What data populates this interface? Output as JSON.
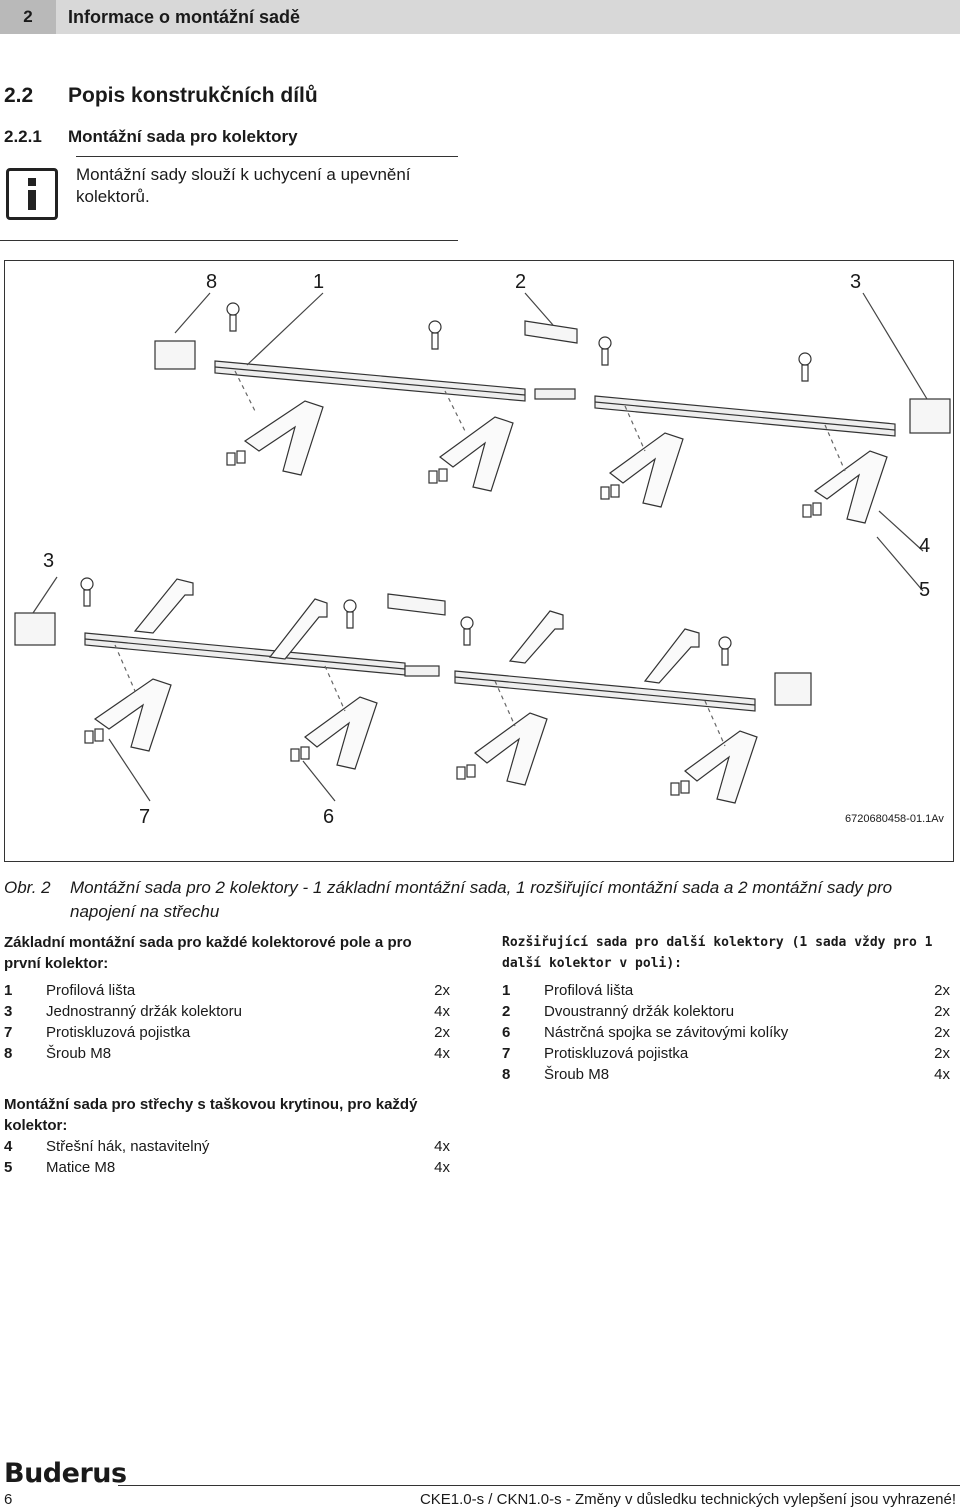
{
  "header": {
    "number": "2",
    "title": "Informace o montážní sadě"
  },
  "section": {
    "number": "2.2",
    "title": "Popis konstrukčních dílů"
  },
  "subsection": {
    "number": "2.2.1",
    "title": "Montážní sada pro kolektory"
  },
  "info": {
    "icon": "info-icon",
    "text": "Montážní sady slouží k uchycení a upevnění kolektorů."
  },
  "figure": {
    "callouts": {
      "c8": "8",
      "c1": "1",
      "c2": "2",
      "c3a": "3",
      "c3b": "3",
      "c4": "4",
      "c5": "5",
      "c7": "7",
      "c6": "6"
    },
    "id": "6720680458-01.1Av"
  },
  "caption": {
    "label": "Obr. 2",
    "text": "Montážní sada pro 2 kolektory - 1 základní montážní sada, 1 rozšiřující montážní sada a 2 montážní sady pro napojení na střechu"
  },
  "basic_kit": {
    "title": "Základní montážní sada pro každé kolektorové pole a pro první kolektor:",
    "items": [
      {
        "n": "1",
        "t": "Profilová lišta",
        "q": "2x"
      },
      {
        "n": "3",
        "t": "Jednostranný držák kolektoru",
        "q": "4x"
      },
      {
        "n": "7",
        "t": "Protiskluzová pojistka",
        "q": "2x"
      },
      {
        "n": "8",
        "t": "Šroub M8",
        "q": "4x"
      }
    ]
  },
  "roof_kit": {
    "title": "Montážní sada pro střechy s taškovou krytinou, pro každý kolektor:",
    "items": [
      {
        "n": "4",
        "t": "Střešní hák, nastavitelný",
        "q": "4x"
      },
      {
        "n": "5",
        "t": "Matice M8",
        "q": "4x"
      }
    ]
  },
  "extension_kit": {
    "title": "Rozšiřující sada pro další kolektory (1 sada vždy pro 1 další kolektor v poli):",
    "items": [
      {
        "n": "1",
        "t": "Profilová lišta",
        "q": "2x"
      },
      {
        "n": "2",
        "t": "Dvoustranný držák kolektoru",
        "q": "2x"
      },
      {
        "n": "6",
        "t": "Nástrčná spojka se závitovými kolíky",
        "q": "2x"
      },
      {
        "n": "7",
        "t": "Protiskluzová pojistka",
        "q": "2x"
      },
      {
        "n": "8",
        "t": "Šroub M8",
        "q": "4x"
      }
    ]
  },
  "footer": {
    "logo": "Buderus",
    "page": "6",
    "doc": "CKE1.0-s / CKN1.0-s - Změny v důsledku technických vylepšení jsou vyhrazené!"
  }
}
